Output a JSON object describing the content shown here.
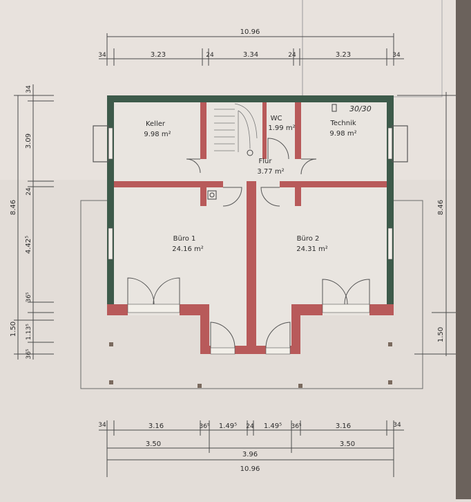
{
  "dims": {
    "top_total": "10.96",
    "top_seg": [
      "34",
      "3.23",
      "24",
      "3.34",
      "24",
      "3.23",
      "34"
    ],
    "bottom_seg": [
      "34",
      "3.16",
      "36⁵",
      "1.49⁵",
      "24",
      "1.49⁵",
      "36⁵",
      "3.16",
      "34"
    ],
    "bottom_mid": [
      "3.50",
      "3.96",
      "3.50"
    ],
    "bottom_total": "10.96",
    "left_outer": "8.46",
    "left_segs": [
      "34",
      "3.09",
      "24",
      "4.42⁵",
      "36⁵",
      "1.13⁵",
      "36⁵"
    ],
    "left_lower": "1.50",
    "right_outer": "8.46",
    "right_lower": "1.50"
  },
  "rooms": {
    "keller": {
      "name": "Keller",
      "area": "9.98 m²"
    },
    "wc": {
      "name": "WC",
      "area": "1.99 m²"
    },
    "technik": {
      "name": "Technik",
      "area": "9.98 m²"
    },
    "flur": {
      "name": "Flur",
      "area": "3.77 m²"
    },
    "buero1": {
      "name": "Büro 1",
      "area": "24.16 m²"
    },
    "buero2": {
      "name": "Büro 2",
      "area": "24.31 m²"
    }
  },
  "annotation": "30/30",
  "colors": {
    "background": "#e3ddd8",
    "outer_wall": "#3d5a4a",
    "inner_wall": "#b85a5a",
    "line": "#4a4a4a"
  }
}
